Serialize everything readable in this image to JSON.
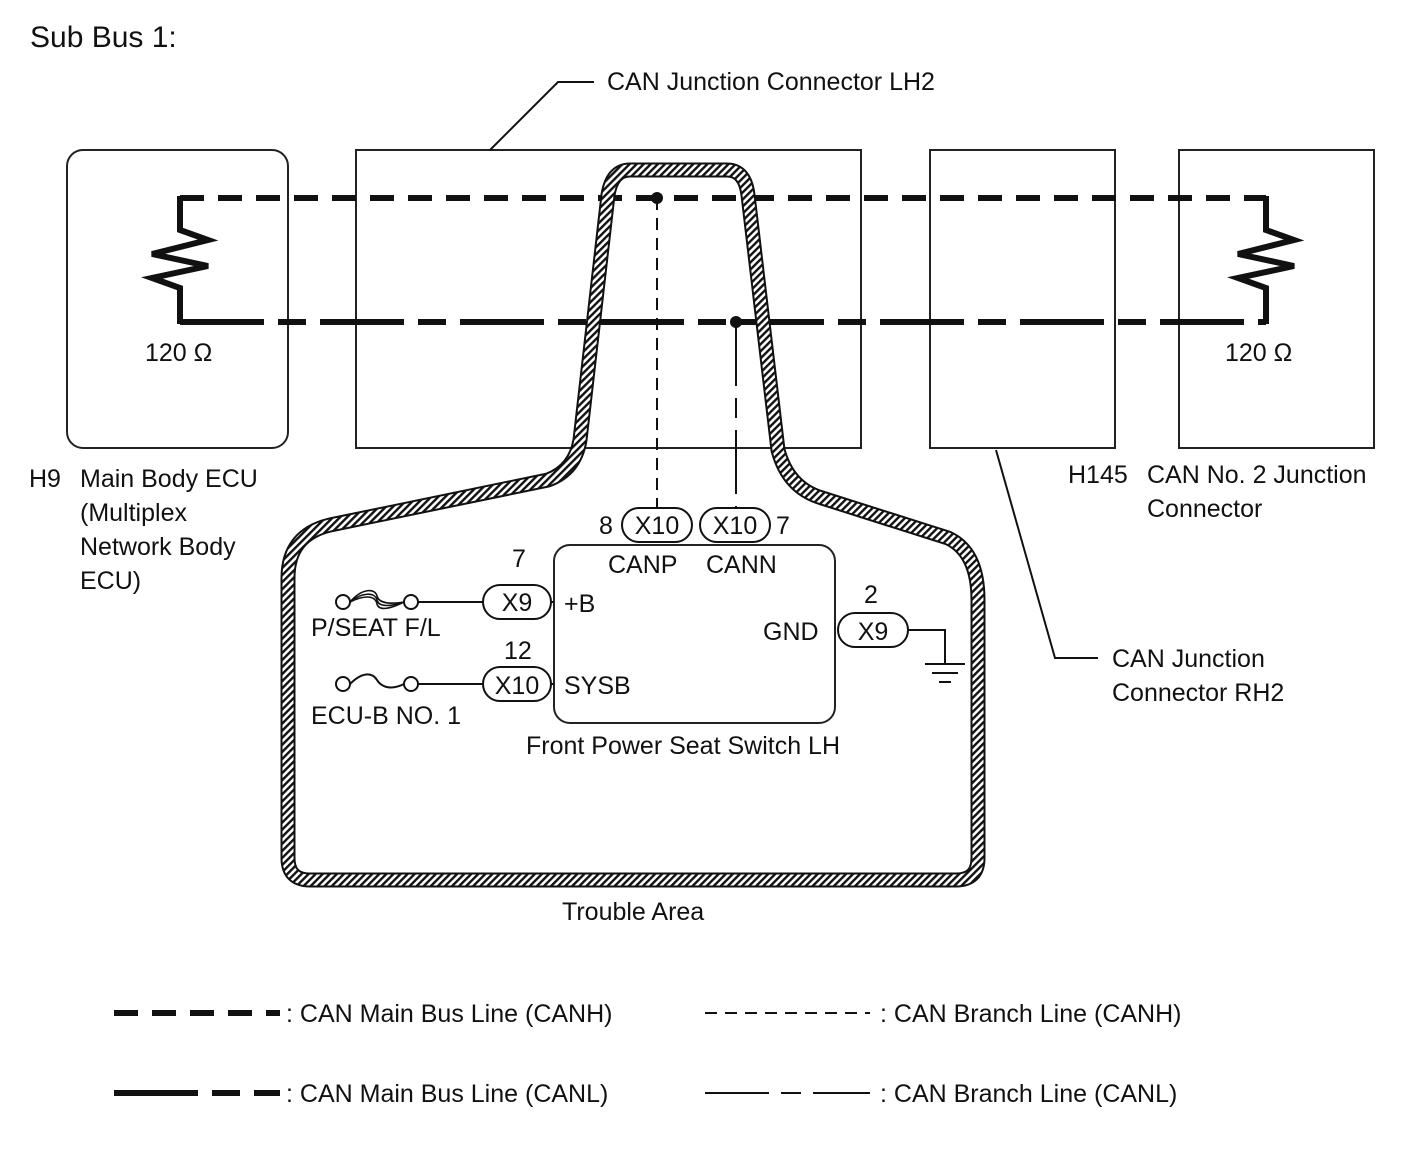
{
  "title": "Sub Bus 1:",
  "labels": {
    "lh2_connector": "CAN Junction Connector LH2",
    "rh2_line1": "CAN Junction",
    "rh2_line2": "Connector RH2",
    "h9_code": "H9",
    "h9_name_1": "Main Body ECU",
    "h9_name_2": "(Multiplex",
    "h9_name_3": "Network Body",
    "h9_name_4": "ECU)",
    "h145_code": "H145",
    "h145_name_1": "CAN No. 2 Junction",
    "h145_name_2": "Connector",
    "resistor_left": "120 Ω",
    "resistor_right": "120 Ω",
    "trouble_area": "Trouble Area"
  },
  "switch": {
    "name": "Front Power Seat Switch LH",
    "pins": [
      {
        "id": "canp",
        "number": "8",
        "connector": "X10",
        "terminal": "CANP"
      },
      {
        "id": "cann",
        "number": "7",
        "connector": "X10",
        "terminal": "CANN"
      },
      {
        "id": "b",
        "number": "7",
        "connector": "X9",
        "terminal": "+B"
      },
      {
        "id": "sysb",
        "number": "12",
        "connector": "X10",
        "terminal": "SYSB"
      },
      {
        "id": "gnd",
        "number": "2",
        "connector": "X9",
        "terminal": "GND"
      }
    ],
    "fuses": [
      {
        "id": "pseat",
        "label": "P/SEAT F/L"
      },
      {
        "id": "ecub",
        "label": "ECU-B NO. 1"
      }
    ]
  },
  "legend": [
    {
      "id": "main-canh",
      "text": ": CAN Main Bus Line (CANH)"
    },
    {
      "id": "branch-canh",
      "text": ": CAN Branch Line (CANH)"
    },
    {
      "id": "main-canl",
      "text": ": CAN Main Bus Line (CANL)"
    },
    {
      "id": "branch-canl",
      "text": ": CAN Branch Line (CANL)"
    }
  ]
}
